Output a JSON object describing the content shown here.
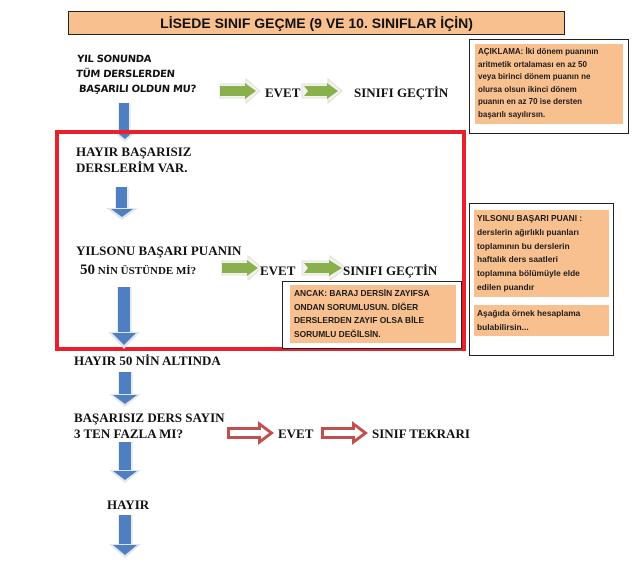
{
  "title": "LİSEDE SINIF GEÇME (9 VE 10. SINIFLAR İÇİN)",
  "colors": {
    "header_fill": "#f9c08f",
    "highlight_frame": "#e8202a",
    "down_arrow": "#4f7fc0",
    "yes_arrow": "#8ab04e",
    "fail_arrow": "#c0504d"
  },
  "flow": {
    "step1": {
      "question_lines": [
        "YIL SONUNDA",
        "TÜM DERSLERDEN",
        "BAŞARILI OLDUN MU?"
      ],
      "yes_label": "EVET",
      "result": "SINIFI GEÇTİN"
    },
    "step2": {
      "lines": [
        "HAYIR BAŞARISIZ",
        "DERSLERİM VAR."
      ]
    },
    "step3": {
      "question_line1": "YILSONU BAŞARI PUANIN",
      "question_num": "50",
      "question_rest": " NİN ÜSTÜNDE Mİ?",
      "yes_label": "EVET",
      "result": "SINIFI GEÇTİN"
    },
    "step4": {
      "label": "HAYIR 50 NİN ALTINDA"
    },
    "step5": {
      "question_lines": [
        "BAŞARISIZ DERS SAYIN",
        "3 TEN FAZLA MI?"
      ],
      "yes_label": "EVET",
      "result": "SINIF TEKRARI"
    },
    "step6": {
      "label": "HAYIR"
    }
  },
  "notes": {
    "aciklama": [
      "AÇIKLAMA: İki dönem puanının",
      "aritmetik ortalaması en az 50",
      "veya birinci dönem puanın ne",
      "olursa olsun ikinci dönem",
      "puanın en az 70 ise dersten",
      "başarılı sayılırsın."
    ],
    "ancak": [
      "ANCAK: BARAJ DERSİN  ZAYIFSA",
      "ONDAN SORUMLUSUN. DİĞER",
      "DERSLERDEN ZAYIF OLSA BİLE",
      "SORUMLU DEĞİLSİN."
    ],
    "yilsonu": [
      "YILSONU BAŞARI PUANI :",
      "derslerin ağırlıklı puanları",
      "toplamının bu derslerin",
      "haftalık ders saatleri",
      "toplamına bölümüyle elde",
      "edilen puandır"
    ],
    "asagida": [
      "Aşağıda örnek hesaplama",
      "bulabilirsin..."
    ]
  },
  "icons": {
    "down": "down-arrow-icon",
    "yes": "right-arrow-icon",
    "fail": "outlined-right-arrow-icon"
  }
}
